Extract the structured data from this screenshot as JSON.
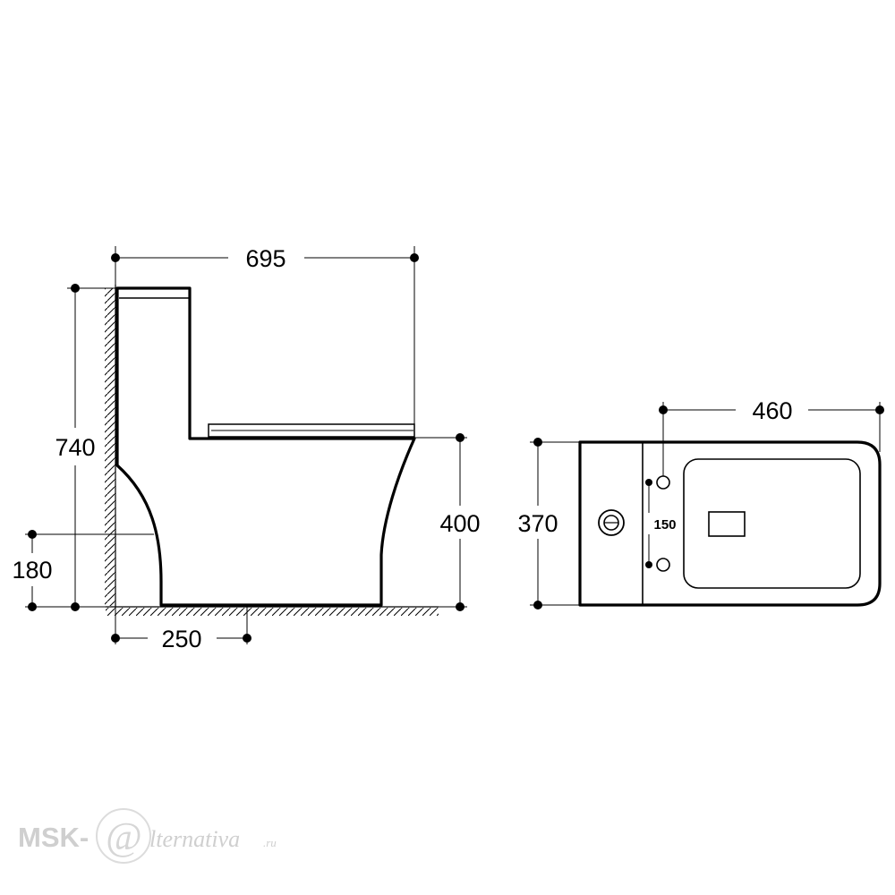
{
  "dimensions": {
    "side_length": "695",
    "total_height": "740",
    "seat_height": "400",
    "outlet_height": "180",
    "outlet_distance": "250",
    "top_length": "460",
    "width": "370",
    "hole_spacing": "150"
  },
  "watermark": {
    "prefix": "MSK-",
    "at": "@",
    "script": "lternativa",
    "suffix": ".ru"
  }
}
